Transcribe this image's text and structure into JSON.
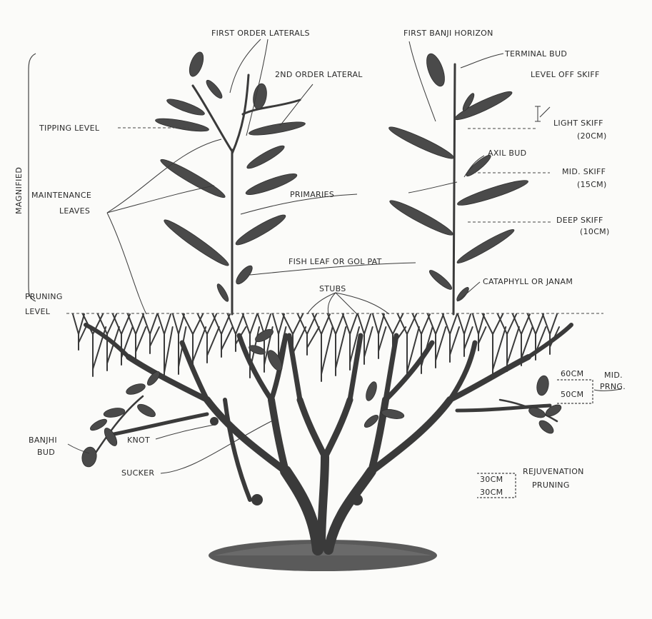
{
  "labels": {
    "first_order_laterals": "FIRST ORDER LATERALS",
    "first_banji_horizon": "FIRST BANJI HORIZON",
    "terminal_bud": "TERMINAL BUD",
    "second_order_lateral": "2ND ORDER LATERAL",
    "level_off_skiff": "LEVEL OFF SKIFF",
    "tipping_level": "TIPPING LEVEL",
    "light_skiff": "LIGHT SKIFF",
    "light_skiff_depth": "(20CM)",
    "axil_bud": "AXIL BUD",
    "mid_skiff": "MID. SKIFF",
    "mid_skiff_depth": "(15CM)",
    "magnified": "MAGNIFIED",
    "maintenance_leaves_1": "MAINTENANCE",
    "maintenance_leaves_2": "LEAVES",
    "primaries": "PRIMARIES",
    "deep_skiff": "DEEP SKIFF",
    "deep_skiff_depth": "(10CM)",
    "fish_leaf": "FISH LEAF OR GOL PAT",
    "cataphyll": "CATAPHYLL OR JANAM",
    "pruning_level_1": "PRUNING",
    "pruning_level_2": "LEVEL",
    "stubs": "STUBS",
    "mid_prng_1": "MID.",
    "mid_prng_2": "PRNG.",
    "depth_60cm": "60CM",
    "depth_50cm": "50CM",
    "banjhi_bud_1": "BANJHI",
    "banjhi_bud_2": "BUD",
    "knot": "KNOT",
    "sucker": "SUCKER",
    "rejuvenation_1": "REJUVENATION",
    "rejuvenation_2": "PRUNING",
    "depth_30cm_a": "30CM",
    "depth_30cm_b": "30CM"
  },
  "colors": {
    "ink": "#3a3a3a",
    "leaf": "#4a4a4a",
    "paper": "#fbfbf9"
  }
}
